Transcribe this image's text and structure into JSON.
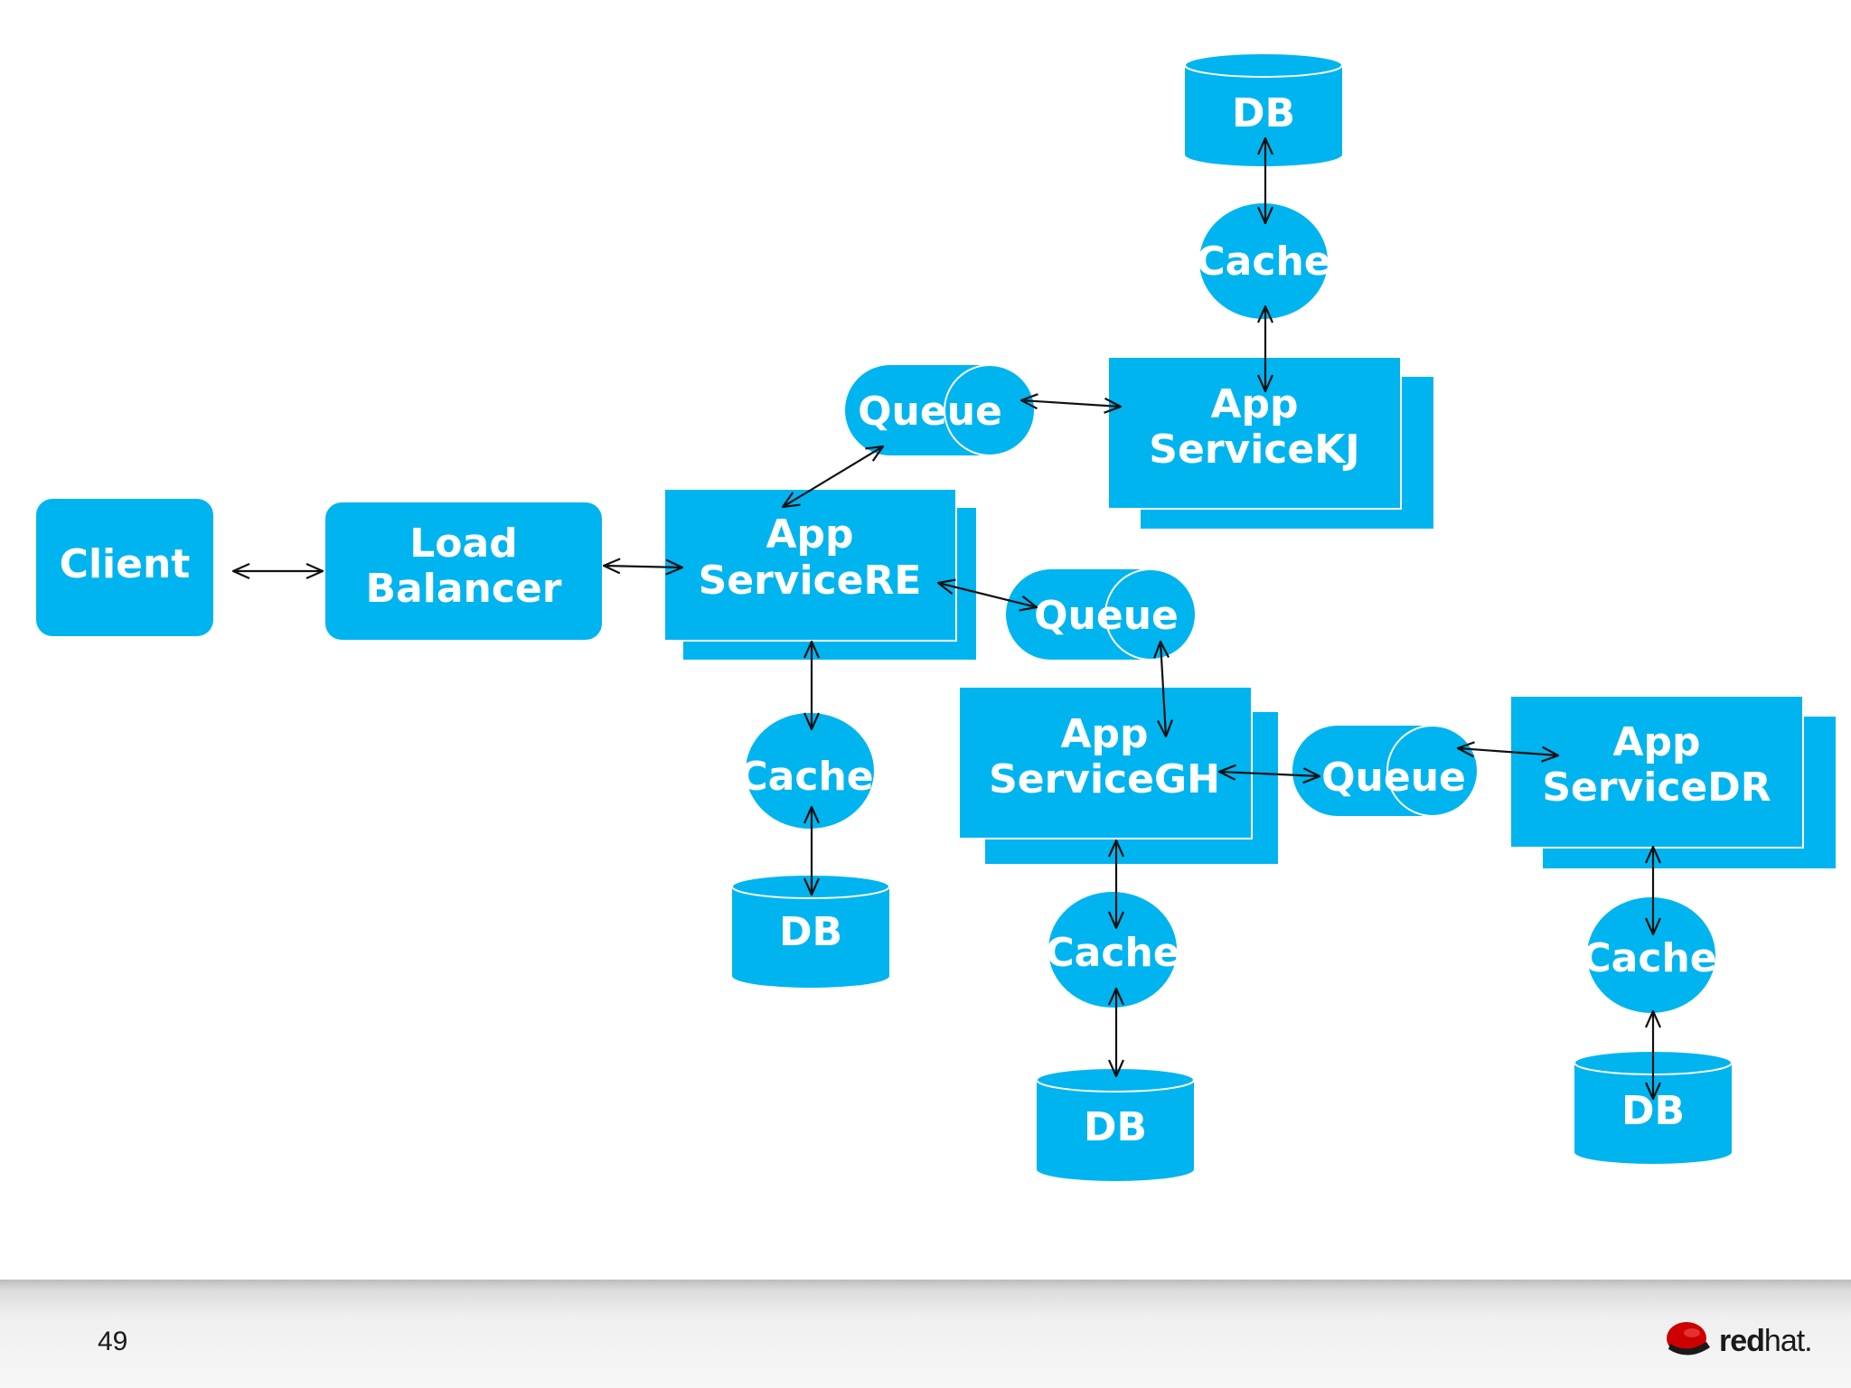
{
  "colors": {
    "node_fill": "#00b4f0",
    "node_text": "#ffffff",
    "edge": "#111111",
    "logo_red": "#cc0000"
  },
  "nodes": {
    "client": {
      "label": "Client"
    },
    "load_balancer": {
      "line1": "Load",
      "line2": "Balancer"
    },
    "service_re": {
      "line1": "App",
      "line2": "ServiceRE"
    },
    "service_kj": {
      "line1": "App",
      "line2": "ServiceKJ"
    },
    "service_gh": {
      "line1": "App",
      "line2": "ServiceGH"
    },
    "service_dr": {
      "line1": "App",
      "line2": "ServiceDR"
    },
    "queue_re_kj": {
      "label": "Queue"
    },
    "queue_re_gh": {
      "label": "Queue"
    },
    "queue_gh_dr": {
      "label": "Queue"
    },
    "cache_kj": {
      "label": "Cache"
    },
    "cache_re": {
      "label": "Cache"
    },
    "cache_gh": {
      "label": "Cache"
    },
    "cache_dr": {
      "label": "Cache"
    },
    "db_kj": {
      "label": "DB"
    },
    "db_re": {
      "label": "DB"
    },
    "db_gh": {
      "label": "DB"
    },
    "db_dr": {
      "label": "DB"
    }
  },
  "edges": [
    {
      "from": "Client",
      "to": "Load Balancer",
      "bidirectional": true
    },
    {
      "from": "Load Balancer",
      "to": "App ServiceRE",
      "bidirectional": true
    },
    {
      "from": "App ServiceRE",
      "to": "Queue",
      "bidirectional": true
    },
    {
      "from": "Queue",
      "to": "App ServiceKJ",
      "bidirectional": true
    },
    {
      "from": "App ServiceKJ",
      "to": "Cache",
      "bidirectional": true
    },
    {
      "from": "Cache",
      "to": "DB",
      "bidirectional": true
    },
    {
      "from": "App ServiceRE",
      "to": "Queue",
      "bidirectional": true
    },
    {
      "from": "Queue",
      "to": "App ServiceGH",
      "bidirectional": true
    },
    {
      "from": "App ServiceGH",
      "to": "Queue",
      "bidirectional": true
    },
    {
      "from": "Queue",
      "to": "App ServiceDR",
      "bidirectional": true
    },
    {
      "from": "App ServiceRE",
      "to": "Cache",
      "bidirectional": true
    },
    {
      "from": "Cache",
      "to": "DB",
      "bidirectional": true
    },
    {
      "from": "App ServiceGH",
      "to": "Cache",
      "bidirectional": true
    },
    {
      "from": "Cache",
      "to": "DB",
      "bidirectional": true
    },
    {
      "from": "App ServiceDR",
      "to": "Cache",
      "bidirectional": true
    },
    {
      "from": "Cache",
      "to": "DB",
      "bidirectional": true
    }
  ],
  "footer": {
    "page_number": "49",
    "logo_text_bold": "red",
    "logo_text_light": "hat."
  }
}
